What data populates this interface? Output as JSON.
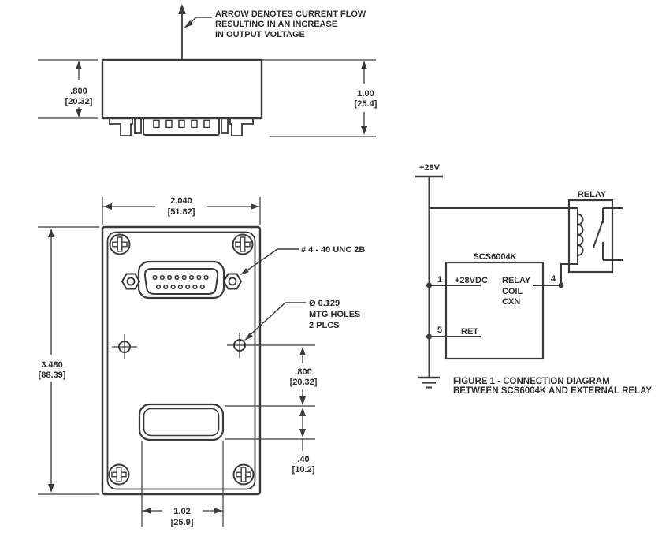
{
  "side_view": {
    "note": [
      "ARROW DENOTES CURRENT FLOW",
      "RESULTING IN AN INCREASE",
      "IN OUTPUT VOLTAGE"
    ],
    "dim_height_in": ".800",
    "dim_height_mm": "[20.32]",
    "dim_total_in": "1.00",
    "dim_total_mm": "[25.4]"
  },
  "front_view": {
    "dim_width_in": "2.040",
    "dim_width_mm": "[51.82]",
    "dim_height_in": "3.480",
    "dim_height_mm": "[88.39]",
    "callout_thread": "# 4 - 40 UNC 2B",
    "callout_mtg": [
      "Ø 0.129",
      "MTG HOLES",
      "2 PLCS"
    ],
    "dim_hole_in": ".800",
    "dim_hole_mm": "[20.32]",
    "dim_cutout_h_in": ".40",
    "dim_cutout_h_mm": "[10.2]",
    "dim_cutout_w_in": "1.02",
    "dim_cutout_w_mm": "[25.9]"
  },
  "circuit": {
    "supply_label": "+28V",
    "relay_label": "RELAY",
    "ic_label": "SCS6004K",
    "pin1_num": "1",
    "pin1_label": "+28VDC",
    "pin4_num": "4",
    "pin4_label": [
      "RELAY",
      "COIL",
      "CXN"
    ],
    "pin5_num": "5",
    "pin5_label": "RET",
    "caption": [
      "FIGURE 1 - CONNECTION DIAGRAM",
      "BETWEEN SCS6004K AND EXTERNAL RELAY"
    ]
  }
}
